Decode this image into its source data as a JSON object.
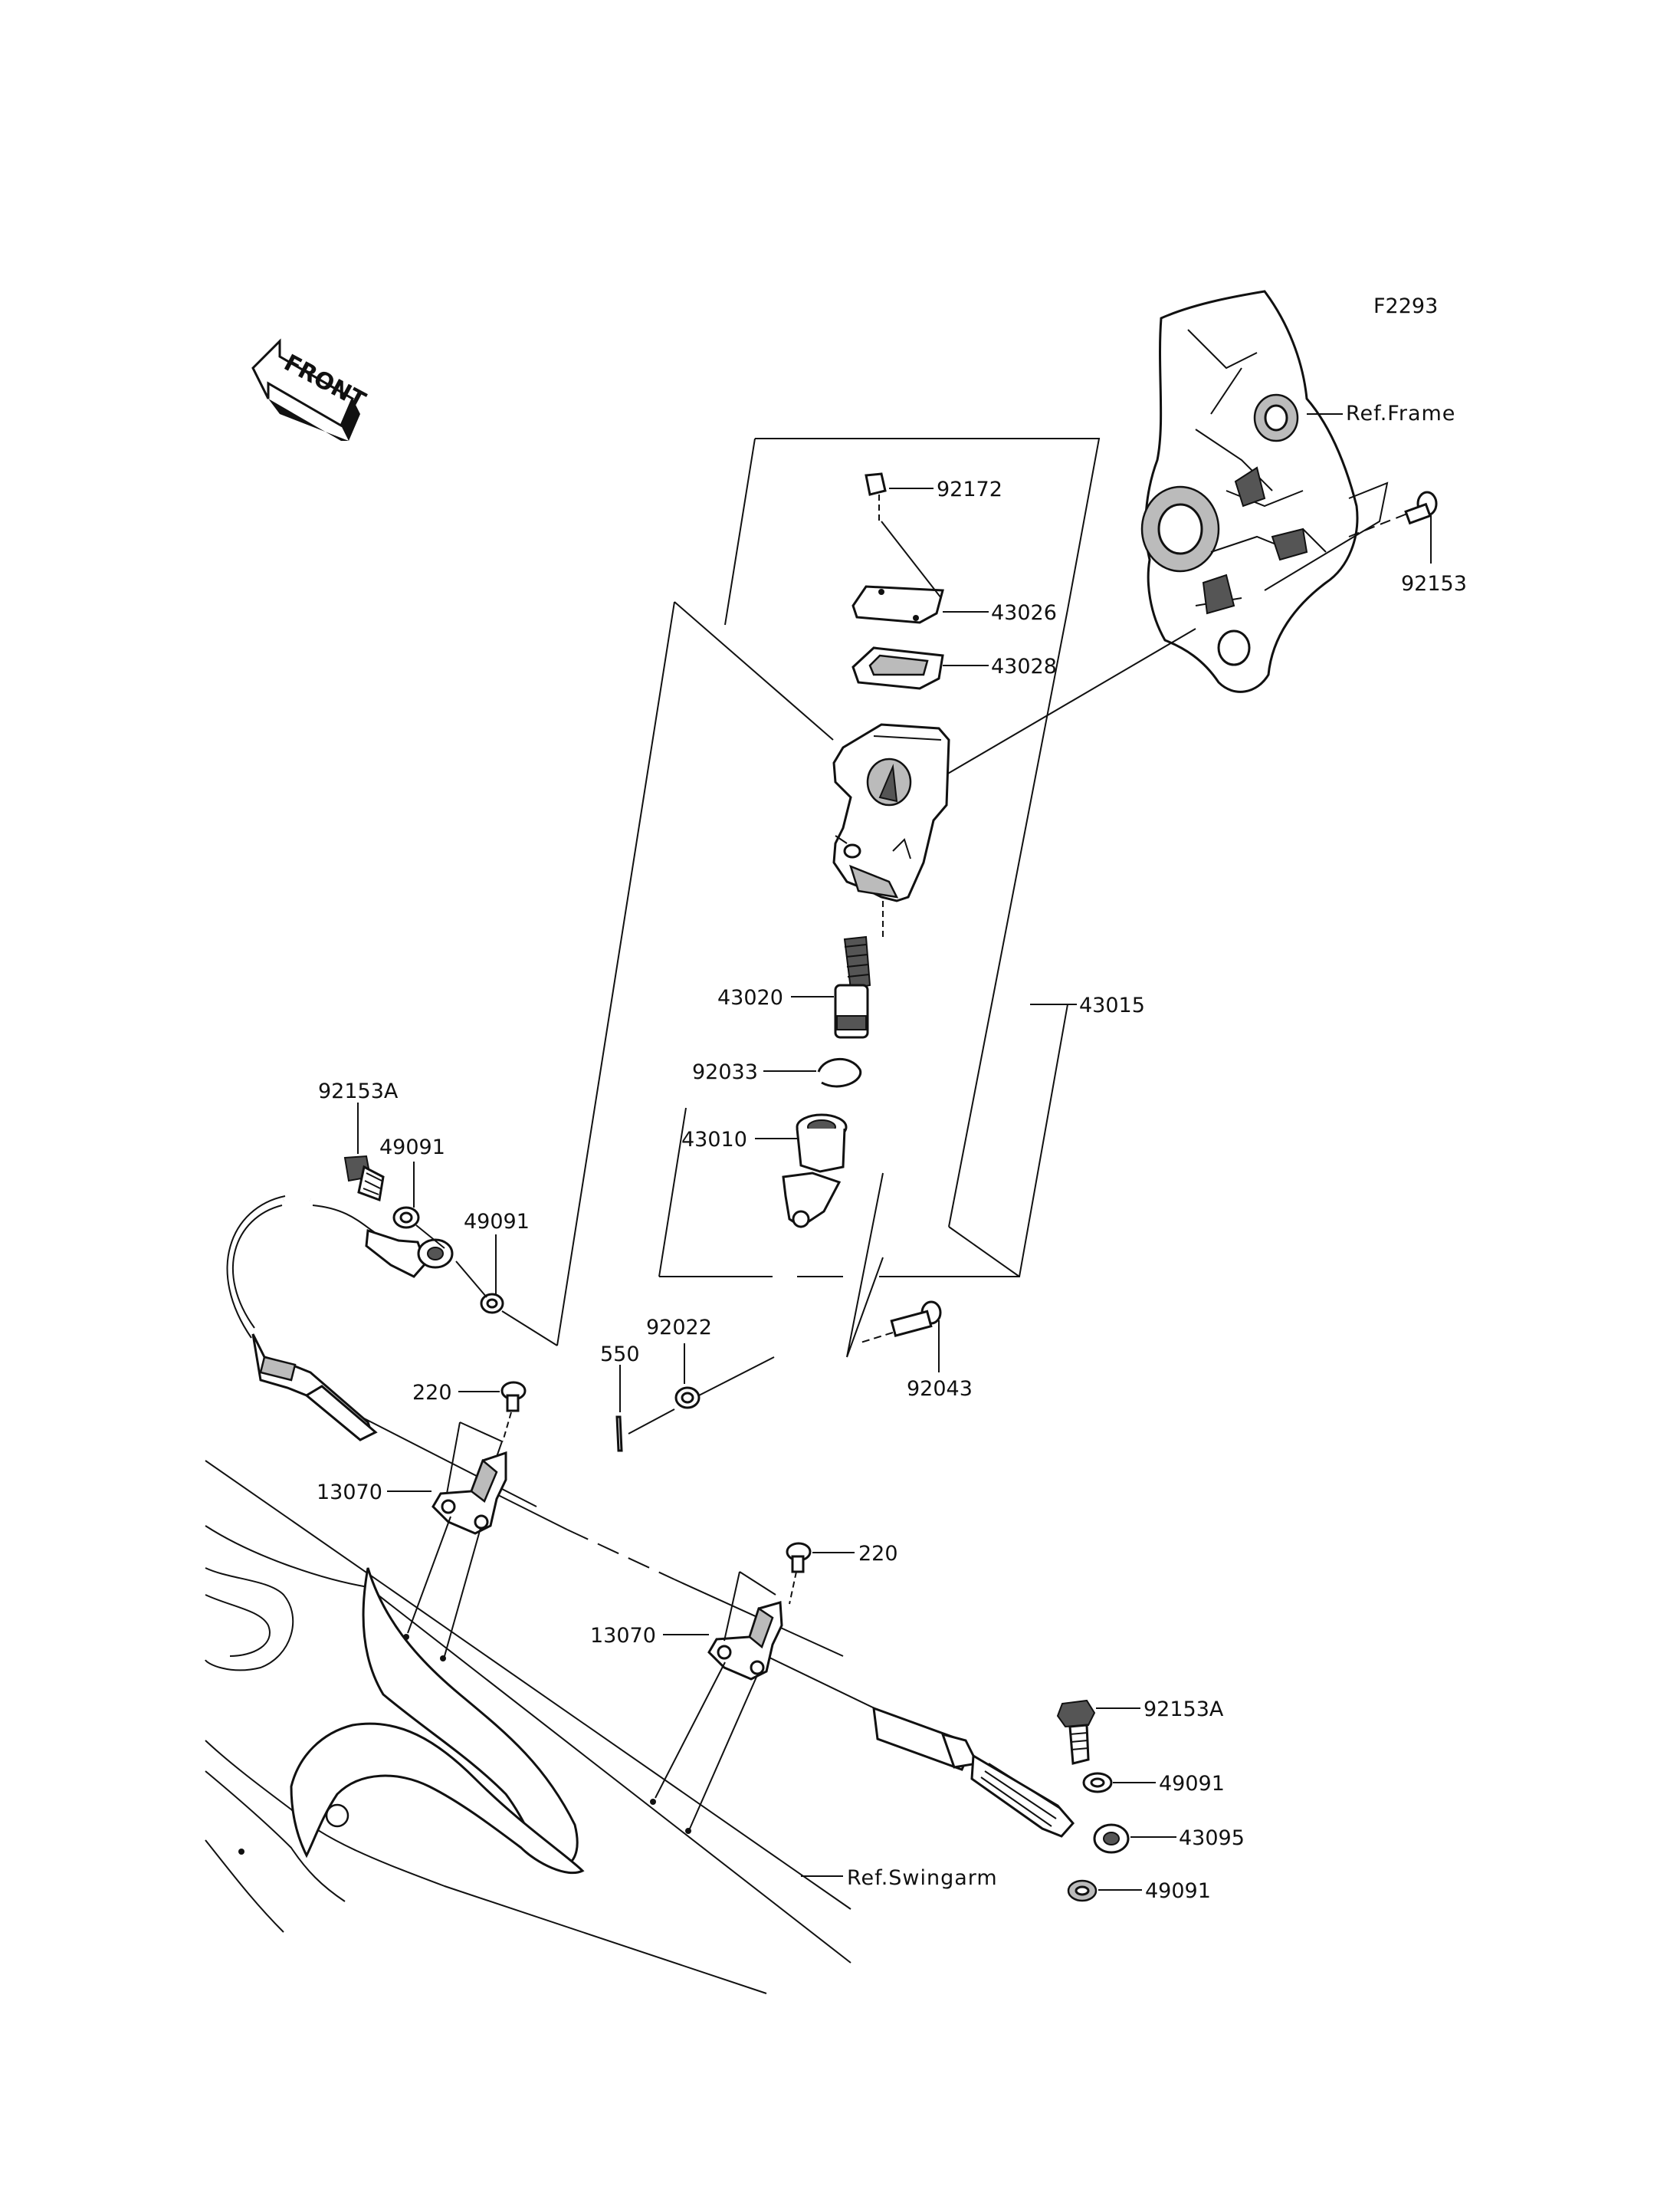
{
  "diagram_code": "F2293",
  "front_badge": "FRONT",
  "refs": {
    "frame": "Ref.Frame",
    "swingarm": "Ref.Swingarm"
  },
  "parts": {
    "p92172": "92172",
    "p43026": "43026",
    "p43028": "43028",
    "p92153": "92153",
    "p43020": "43020",
    "p43015": "43015",
    "p92033": "92033",
    "p43010": "43010",
    "p92153A_top": "92153A",
    "p49091_a": "49091",
    "p49091_b": "49091",
    "p92022": "92022",
    "p550": "550",
    "p92043": "92043",
    "p220_a": "220",
    "p13070_a": "13070",
    "p220_b": "220",
    "p13070_b": "13070",
    "p92153A_bottom": "92153A",
    "p49091_c": "49091",
    "p43095": "43095",
    "p49091_d": "49091"
  }
}
